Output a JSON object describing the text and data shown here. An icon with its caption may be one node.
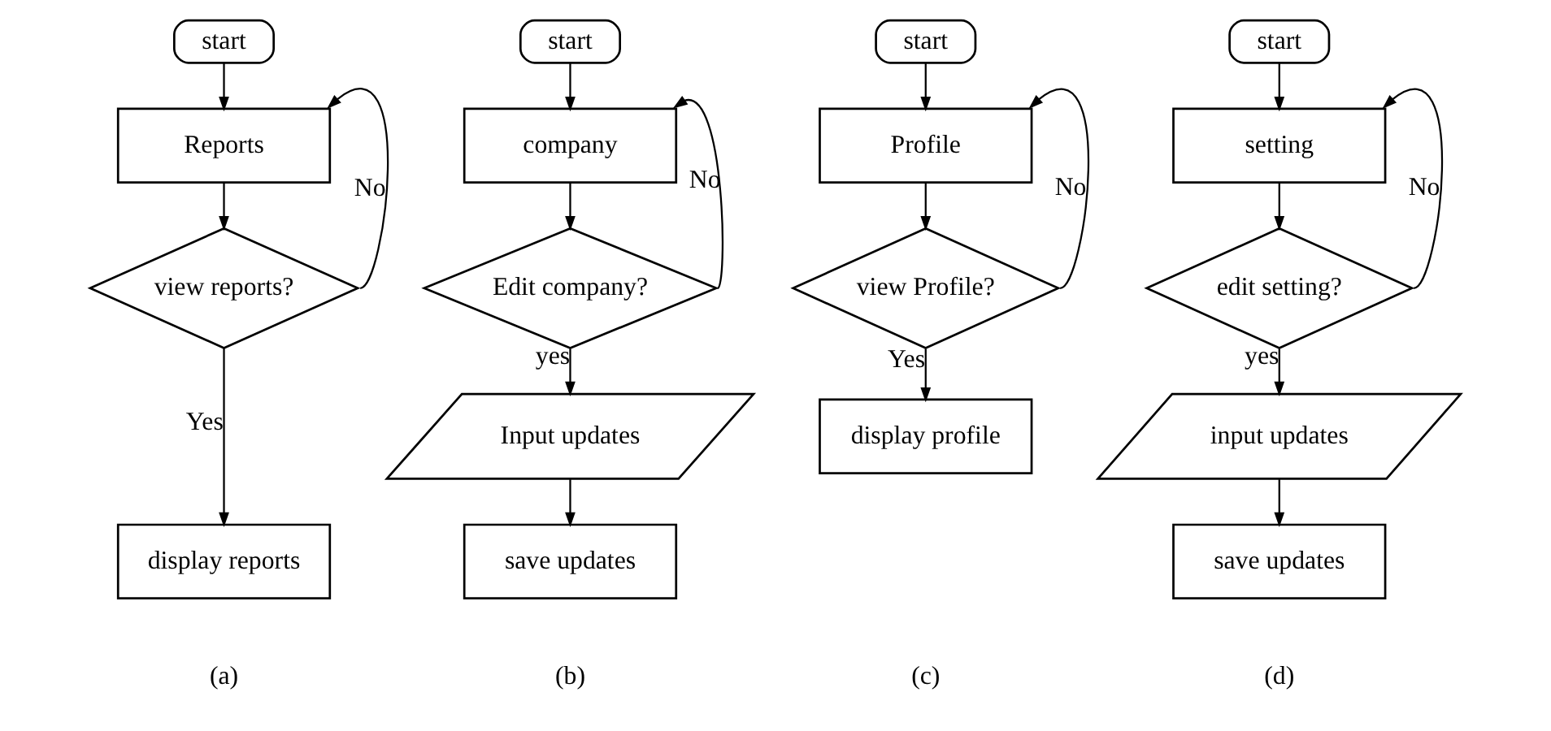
{
  "diagram": {
    "nodes": [
      {
        "text": [
          "start"
        ]
      },
      {
        "text": [
          "Reports"
        ]
      },
      {
        "text": [
          "view reports?"
        ]
      },
      {
        "text": [
          "display reports"
        ]
      },
      {
        "text": [
          "start"
        ]
      },
      {
        "text": [
          "company"
        ]
      },
      {
        "text": [
          "Edit company?"
        ]
      },
      {
        "text": [
          "Input updates"
        ]
      },
      {
        "text": [
          "save updates"
        ]
      },
      {
        "text": [
          "start"
        ]
      },
      {
        "text": [
          "Profile"
        ]
      },
      {
        "text": [
          "view Profile?"
        ]
      },
      {
        "text": [
          "display profile"
        ]
      },
      {
        "text": [
          "start"
        ]
      },
      {
        "text": [
          "setting"
        ]
      },
      {
        "text": [
          "edit setting?"
        ]
      },
      {
        "text": [
          "input updates"
        ]
      },
      {
        "text": [
          "save updates"
        ]
      }
    ],
    "edges": [
      {
        "from": 0,
        "to": 1,
        "arrow": "to"
      },
      {
        "from": 1,
        "to": 2,
        "arrow": "to"
      },
      {
        "from": 2,
        "to": 3,
        "arrow": "to",
        "label": "Yes"
      },
      {
        "from": 2,
        "to": 1,
        "arrow": "to",
        "label": "No"
      },
      {
        "from": 4,
        "to": 5,
        "arrow": "to"
      },
      {
        "from": 5,
        "to": 6,
        "arrow": "to"
      },
      {
        "from": 6,
        "to": 7,
        "arrow": "to",
        "label": "yes"
      },
      {
        "from": 6,
        "to": 5,
        "arrow": "to",
        "label": "No"
      },
      {
        "from": 7,
        "to": 8,
        "arrow": "to"
      },
      {
        "from": 9,
        "to": 10,
        "arrow": "to"
      },
      {
        "from": 10,
        "to": 11,
        "arrow": "to"
      },
      {
        "from": 11,
        "to": 12,
        "arrow": "to",
        "label": "Yes"
      },
      {
        "from": 11,
        "to": 10,
        "arrow": "to",
        "label": "No"
      },
      {
        "from": 13,
        "to": 14,
        "arrow": "to"
      },
      {
        "from": 14,
        "to": 15,
        "arrow": "to"
      },
      {
        "from": 15,
        "to": 16,
        "arrow": "to",
        "label": "yes"
      },
      {
        "from": 15,
        "to": 14,
        "arrow": "to",
        "label": "No"
      },
      {
        "from": 16,
        "to": 17,
        "arrow": "to"
      }
    ],
    "labels": [
      "(a)",
      "(b)",
      "(c)",
      "(d)"
    ]
  }
}
